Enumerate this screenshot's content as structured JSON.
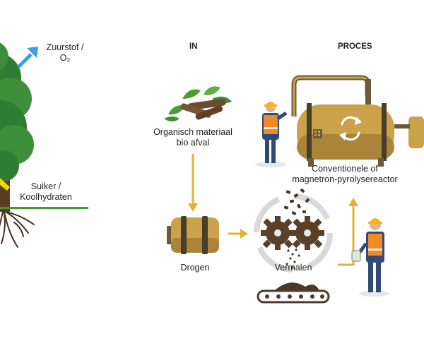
{
  "headers": {
    "in": "IN",
    "proces": "PROCES"
  },
  "tree": {
    "oxygen_line1": "Zuurstof /",
    "oxygen_line2": "O₂",
    "sugar_line1": "Suiker /",
    "sugar_line2": "Koolhydraten"
  },
  "steps": {
    "organic_line1": "Organisch materiaal",
    "organic_line2": "bio afval",
    "drying": "Drogen",
    "grinding": "Vermalen",
    "reactor_line1": "Conventionele of",
    "reactor_line2": "magnetron-pyrolysereactor"
  },
  "colors": {
    "tree_green": "#3f8f3a",
    "ground_green": "#3a9a2e",
    "oxygen_arrow": "#3a9ee0",
    "sugar_arrow": "#f2d21c",
    "flow_arrow": "#e0b23a",
    "tank_body": "#c9a24a",
    "tank_dark": "#6b5a3a",
    "worker_vest": "#f08a24",
    "worker_suit": "#2f4a78",
    "helmet": "#f5b21c"
  },
  "icons": [
    "tree-icon",
    "roots-icon",
    "biomass-icon",
    "dryer-drum-icon",
    "grinder-gears-icon",
    "conveyor-belt-icon",
    "reactor-tank-icon",
    "worker-icon",
    "recycle-icon",
    "pellets-icon"
  ]
}
